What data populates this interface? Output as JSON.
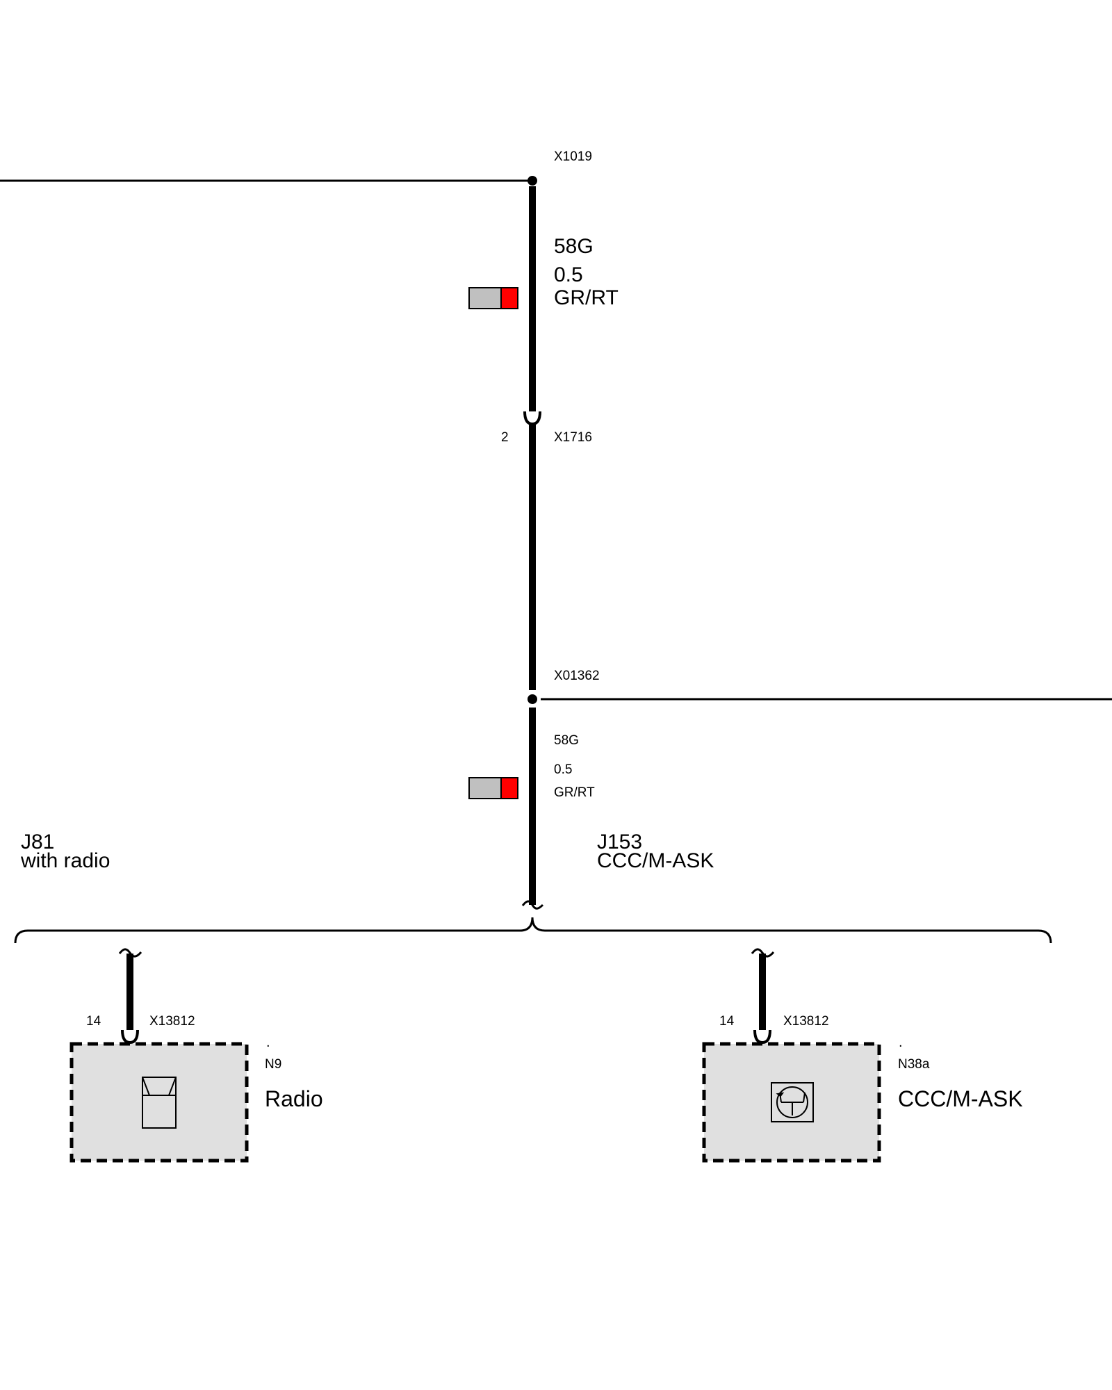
{
  "top_connector": {
    "id": "X1019"
  },
  "wire_top": {
    "code": "58G",
    "gauge": "0.5",
    "color": "GR/RT",
    "color_swatch": [
      "#c0c0c0",
      "#ff0000"
    ]
  },
  "mid_connector": {
    "pin": "2",
    "id": "X1716"
  },
  "splice": {
    "id": "X01362"
  },
  "wire_bottom": {
    "code": "58G",
    "gauge": "0.5",
    "color": "GR/RT",
    "color_swatch": [
      "#c0c0c0",
      "#ff0000"
    ]
  },
  "variant_left": {
    "code": "J81",
    "text": "with radio"
  },
  "variant_right": {
    "code": "J153",
    "text": "CCC/M-ASK"
  },
  "module_left": {
    "pin": "14",
    "connector": "X13812",
    "mark": ".",
    "id": "N9",
    "name": "Radio",
    "icon": "radio-unit-icon"
  },
  "module_right": {
    "pin": "14",
    "connector": "X13812",
    "mark": ".",
    "id": "N38a",
    "name": "CCC/M-ASK",
    "icon": "transistor-icon"
  },
  "colors": {
    "line": "#000000",
    "module_fill": "#e0e0e0",
    "swatch_grey": "#c0c0c0",
    "swatch_red": "#ff0000"
  }
}
